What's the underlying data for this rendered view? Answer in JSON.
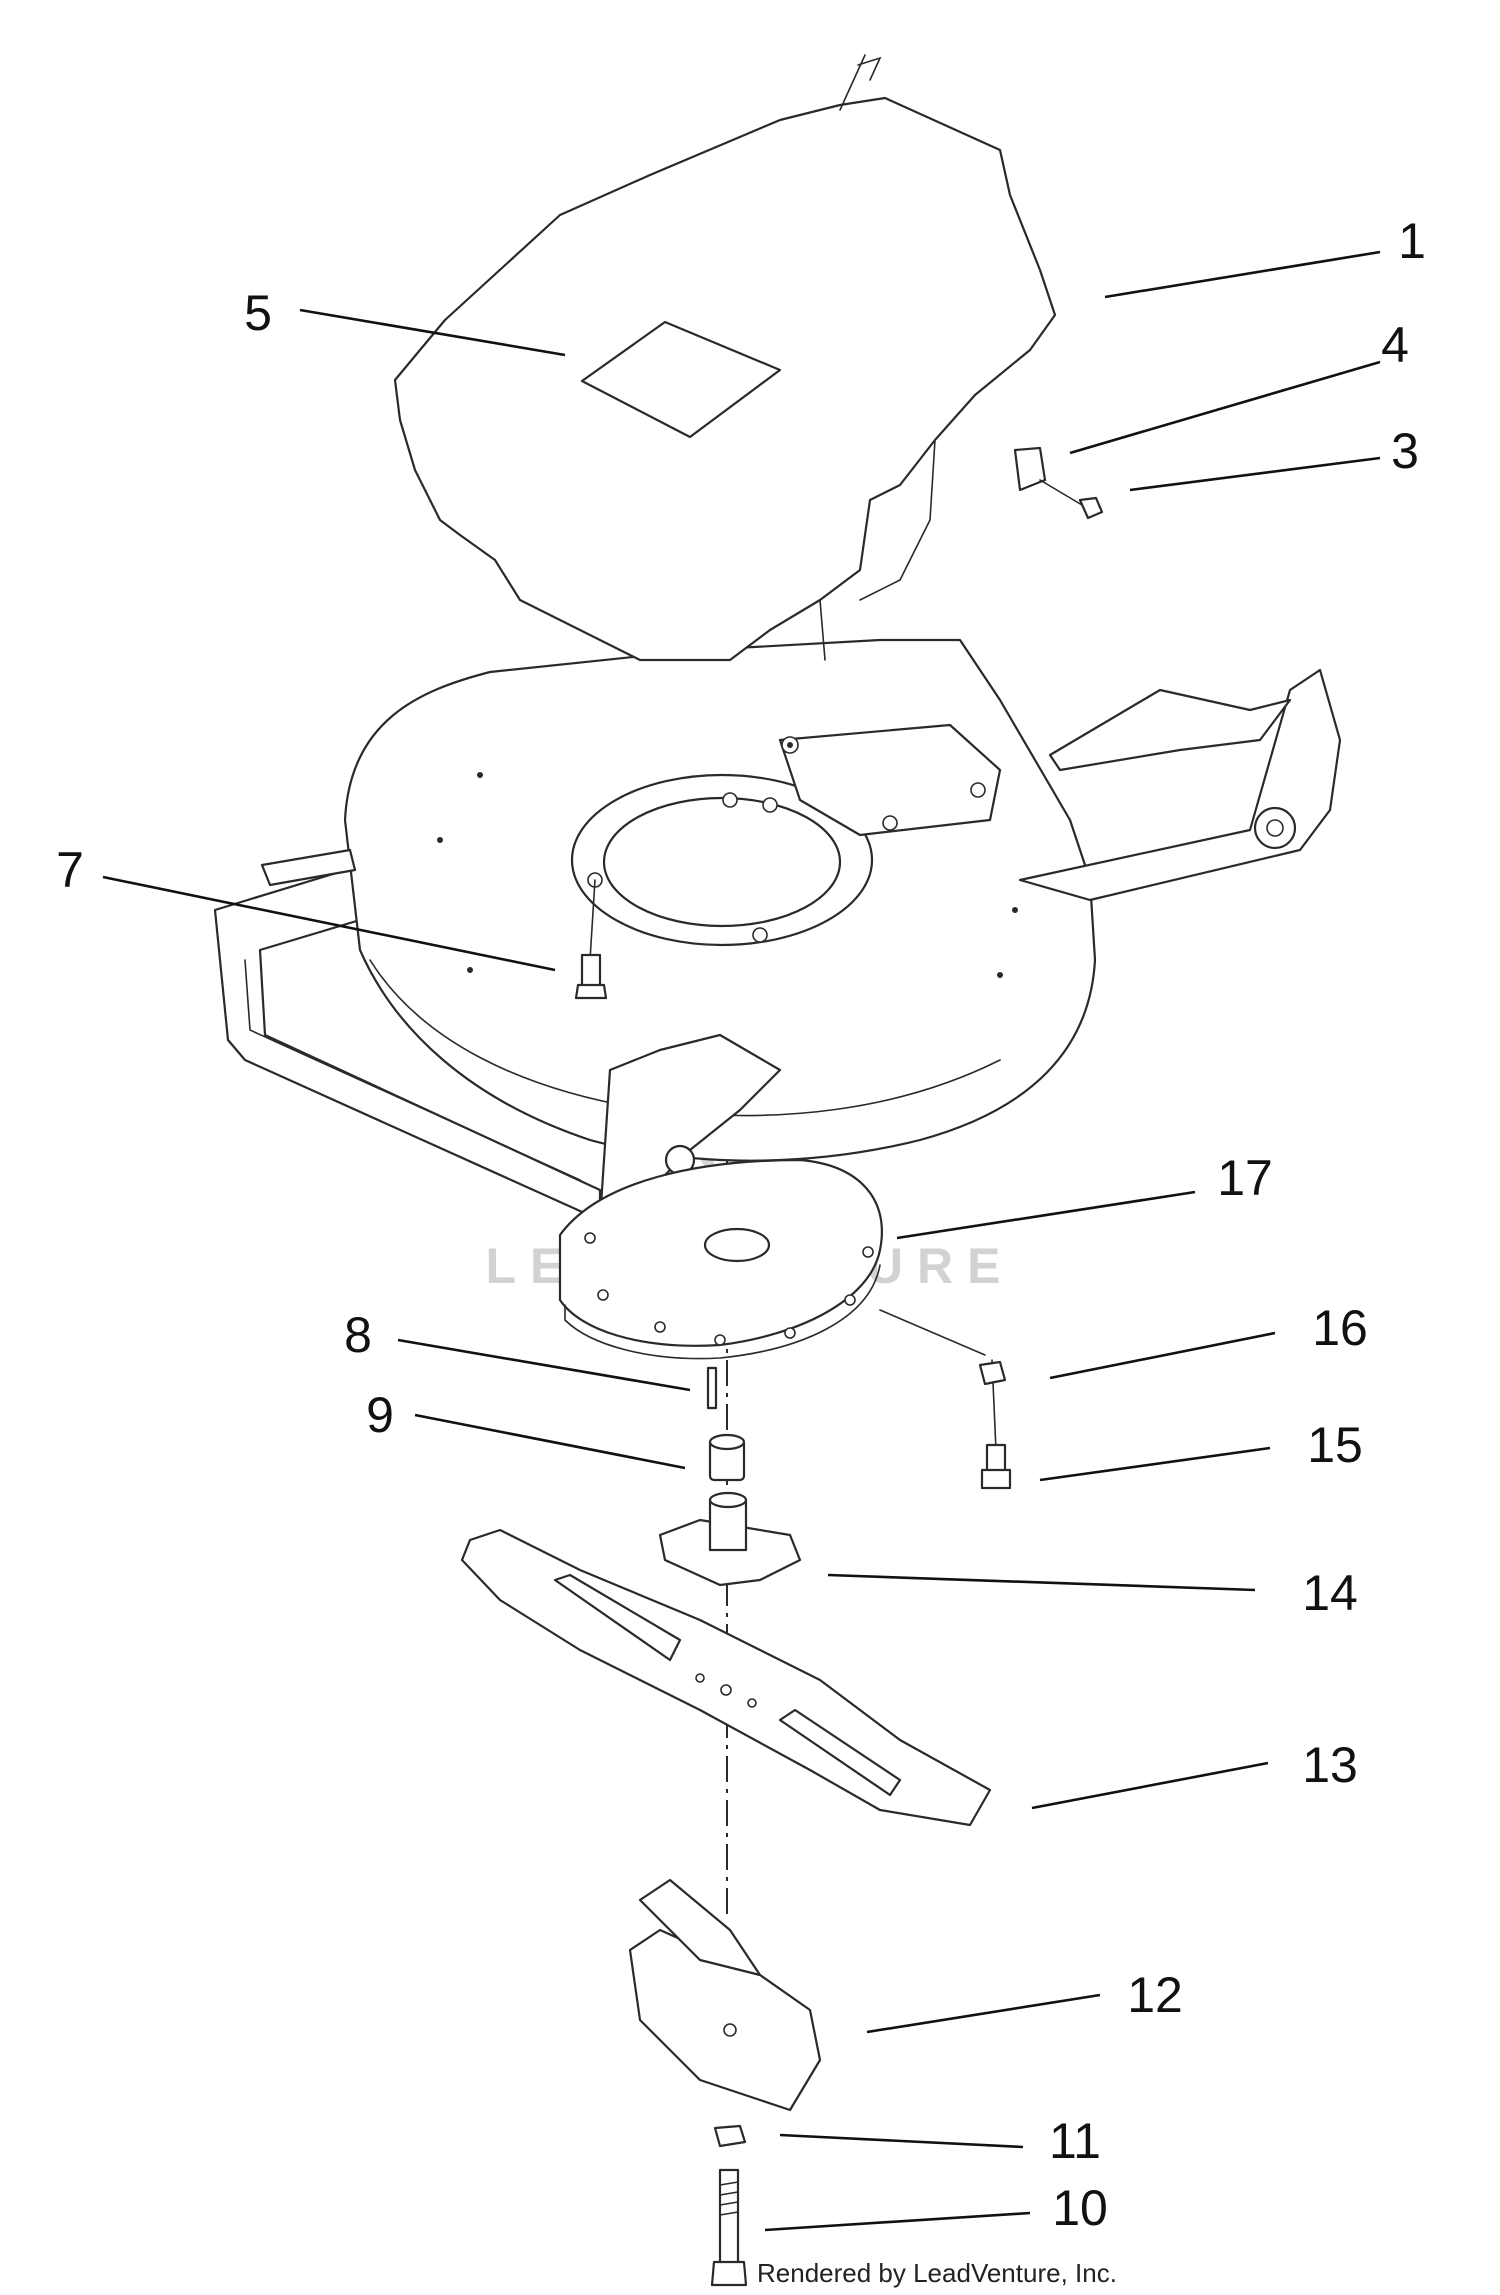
{
  "callouts": [
    {
      "id": "c1",
      "label": "1"
    },
    {
      "id": "c3",
      "label": "3"
    },
    {
      "id": "c4",
      "label": "4"
    },
    {
      "id": "c5",
      "label": "5"
    },
    {
      "id": "c7",
      "label": "7"
    },
    {
      "id": "c8",
      "label": "8"
    },
    {
      "id": "c9",
      "label": "9"
    },
    {
      "id": "c10",
      "label": "10"
    },
    {
      "id": "c11",
      "label": "11"
    },
    {
      "id": "c12",
      "label": "12"
    },
    {
      "id": "c13",
      "label": "13"
    },
    {
      "id": "c14",
      "label": "14"
    },
    {
      "id": "c15",
      "label": "15"
    },
    {
      "id": "c16",
      "label": "16"
    },
    {
      "id": "c17",
      "label": "17"
    }
  ],
  "watermark": {
    "text": "LEADVENTURE"
  },
  "credit": "Rendered by LeadVenture, Inc."
}
